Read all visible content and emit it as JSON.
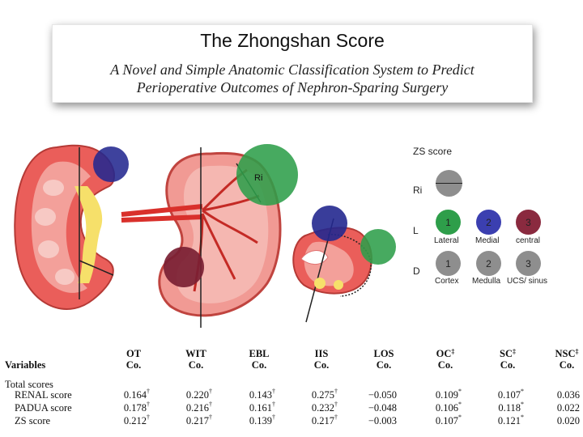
{
  "header": {
    "title": "The Zhongshan Score",
    "subtitle_line1": "A Novel and Simple Anatomic Classification System to Predict",
    "subtitle_line2": "Perioperative Outcomes of Nephron-Sparing Surgery"
  },
  "figure": {
    "tumor_label": "Ri",
    "colors": {
      "lateral": "#2e9e4a",
      "medial": "#23288f",
      "central": "#7a1f33",
      "depth": "#8e8e8e",
      "kidney": "#e8514f"
    }
  },
  "legend": {
    "title": "ZS score",
    "rows": [
      {
        "label": "Ri"
      },
      {
        "label": "L",
        "items": [
          {
            "num": "1",
            "caption": "Lateral",
            "color": "#2e9e4a"
          },
          {
            "num": "2",
            "caption": "Medial",
            "color": "#23288f"
          },
          {
            "num": "3",
            "caption": "central",
            "color": "#7a1f33"
          }
        ]
      },
      {
        "label": "D",
        "items": [
          {
            "num": "1",
            "caption": "Cortex",
            "color": "#8e8e8e"
          },
          {
            "num": "2",
            "caption": "Medulla",
            "color": "#8e8e8e"
          },
          {
            "num": "3",
            "caption": "UCS/ sinus",
            "color": "#8e8e8e"
          }
        ]
      }
    ]
  },
  "table": {
    "variables_header": "Variables",
    "columns": [
      {
        "name": "OT",
        "sup": "",
        "sub": "Co."
      },
      {
        "name": "WIT",
        "sup": "",
        "sub": "Co."
      },
      {
        "name": "EBL",
        "sup": "",
        "sub": "Co."
      },
      {
        "name": "IIS",
        "sup": "",
        "sub": "Co."
      },
      {
        "name": "LOS",
        "sup": "",
        "sub": "Co."
      },
      {
        "name": "OC",
        "sup": "‡",
        "sub": "Co."
      },
      {
        "name": "SC",
        "sup": "‡",
        "sub": "Co."
      },
      {
        "name": "NSC",
        "sup": "‡",
        "sub": "Co."
      }
    ],
    "group_label": "Total scores",
    "rows": [
      {
        "label": "RENAL score",
        "cells": [
          {
            "v": "0.164",
            "s": "†"
          },
          {
            "v": "0.220",
            "s": "†"
          },
          {
            "v": "0.143",
            "s": "†"
          },
          {
            "v": "0.275",
            "s": "†"
          },
          {
            "v": "−0.050",
            "s": ""
          },
          {
            "v": "0.109",
            "s": "*"
          },
          {
            "v": "0.107",
            "s": "*"
          },
          {
            "v": "0.036",
            "s": ""
          }
        ]
      },
      {
        "label": "PADUA score",
        "cells": [
          {
            "v": "0.178",
            "s": "†"
          },
          {
            "v": "0.216",
            "s": "†"
          },
          {
            "v": "0.161",
            "s": "†"
          },
          {
            "v": "0.232",
            "s": "†"
          },
          {
            "v": "−0.048",
            "s": ""
          },
          {
            "v": "0.106",
            "s": "*"
          },
          {
            "v": "0.118",
            "s": "*"
          },
          {
            "v": "0.022",
            "s": ""
          }
        ]
      },
      {
        "label": "ZS score",
        "cells": [
          {
            "v": "0.212",
            "s": "†"
          },
          {
            "v": "0.217",
            "s": "†"
          },
          {
            "v": "0.139",
            "s": "†"
          },
          {
            "v": "0.217",
            "s": "†"
          },
          {
            "v": "−0.003",
            "s": ""
          },
          {
            "v": "0.107",
            "s": "*"
          },
          {
            "v": "0.121",
            "s": "*"
          },
          {
            "v": "0.020",
            "s": ""
          }
        ]
      }
    ]
  }
}
